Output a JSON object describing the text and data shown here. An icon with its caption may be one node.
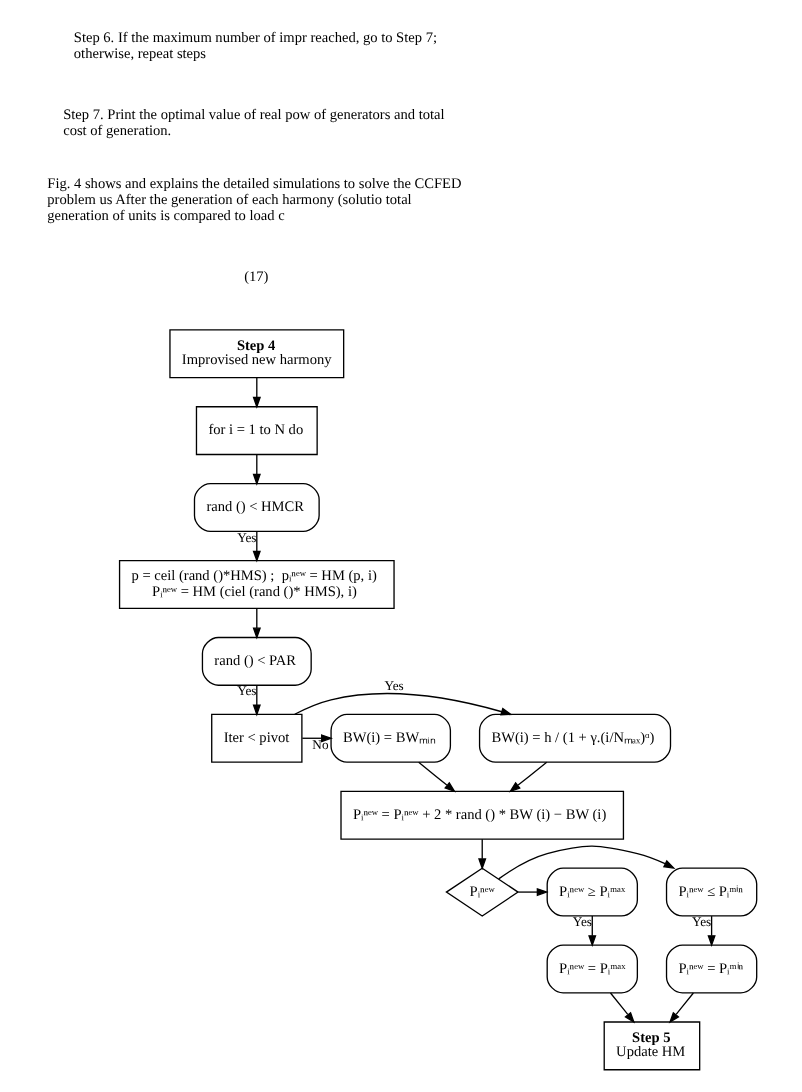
{
  "diagram": {
    "nodes": [
      {
        "text": [
          "Step 4",
          "Improvised new harmony"
        ]
      },
      {
        "text": [
          "for i = 1 to N do"
        ]
      },
      {
        "text": [
          "rand () < HMCR"
        ]
      },
      {
        "text": [
          "p = ceil (rand ()*HMS) ;  pᵢⁿᵉʷ = HM (p, i)",
          "Pᵢⁿᵉʷ = HM (ciel (rand ()* HMS), i)"
        ]
      },
      {
        "text": [
          "rand () < PAR"
        ]
      },
      {
        "text": [
          "BW(i) = h / (1 + γ.(i/Nₘₐₓ)ᵅ)"
        ]
      },
      {
        "text": [
          "Iter < pivot"
        ]
      },
      {
        "text": [
          "BW(i) = BWₘᵢₙ"
        ]
      },
      {
        "text": [
          "Pᵢⁿᵉʷ = Pᵢⁿᵉʷ + 2 * rand () * BW (i) − BW (i)"
        ]
      },
      {
        "text": [
          "Pᵢⁿᵉʷ"
        ]
      },
      {
        "text": [
          "Pᵢⁿᵉʷ ≤ Pᵢᵐⁱⁿ"
        ]
      },
      {
        "text": [
          "Pᵢⁿᵉʷ ≥ Pᵢᵐᵃˣ"
        ]
      },
      {
        "text": [
          "Pᵢⁿᵉʷ = Pᵢᵐⁱⁿ"
        ]
      },
      {
        "text": [
          "Pᵢⁿᵉʷ = Pᵢᵐᵃˣ"
        ]
      },
      {
        "text": [
          "Step 5",
          "Update HM"
        ]
      }
    ],
    "edges": [
      {
        "from": 0,
        "to": 1,
        "arrow": "to"
      },
      {
        "from": 1,
        "to": 2,
        "arrow": "to"
      },
      {
        "from": 2,
        "to": 3,
        "arrow": "to",
        "label": "Yes"
      },
      {
        "from": 3,
        "to": 4,
        "arrow": "to"
      },
      {
        "from": 4,
        "to": 6,
        "arrow": "to",
        "label": "Yes"
      },
      {
        "from": 6,
        "to": 5,
        "arrow": "to",
        "label": "Yes"
      },
      {
        "from": 6,
        "to": 7,
        "arrow": "to",
        "label": "No"
      },
      {
        "from": 5,
        "to": 8,
        "arrow": "to"
      },
      {
        "from": 7,
        "to": 8,
        "arrow": "to"
      },
      {
        "from": 8,
        "to": 9,
        "arrow": "to"
      },
      {
        "from": 9,
        "to": 10,
        "arrow": "to"
      },
      {
        "from": 9,
        "to": 11,
        "arrow": "to"
      },
      {
        "from": 10,
        "to": 12,
        "arrow": "to",
        "label": "Yes"
      },
      {
        "from": 11,
        "to": 13,
        "arrow": "to",
        "label": "Yes"
      },
      {
        "from": 12,
        "to": 14,
        "arrow": "to"
      },
      {
        "from": 13,
        "to": 14,
        "arrow": "to"
      }
    ],
    "labels": [
      "Step 6. If the maximum number of impr reached, go to Step 7; otherwise, repeat steps",
      "Step 7. Print the optimal value of real pow of generators and total cost of generation.",
      "Fig. 4 shows and explains the detailed simulations to solve the CCFED problem us After the generation of each harmony (solutio total generation of units is compared to load c",
      "(17)"
    ]
  }
}
